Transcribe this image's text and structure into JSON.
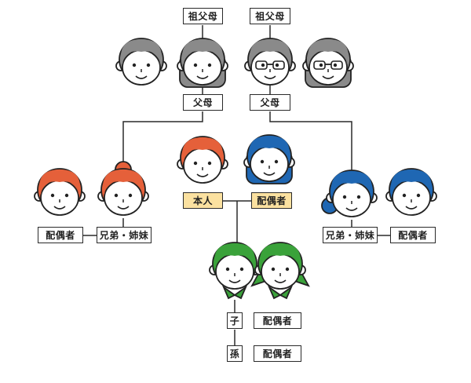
{
  "labels": {
    "grandparents_left": "祖父母",
    "grandparents_right": "祖父母",
    "parents_left": "父母",
    "parents_right": "父母",
    "self": "本人",
    "spouse": "配偶者",
    "sibling_left": "兄弟・姉妹",
    "sibling_left_spouse": "配偶者",
    "sibling_right": "兄弟・姉妹",
    "sibling_right_spouse": "配偶者",
    "child": "子",
    "child_spouse": "配偶者",
    "grandchild": "孫",
    "grandchild_spouse": "配偶者"
  },
  "colors": {
    "grandparents": "#8a8a8a",
    "self_side": "#e5603a",
    "spouse_side": "#1f67b3",
    "children": "#3aa23a",
    "highlight_box": "#fbe1a0",
    "line": "#2a2a2a"
  }
}
